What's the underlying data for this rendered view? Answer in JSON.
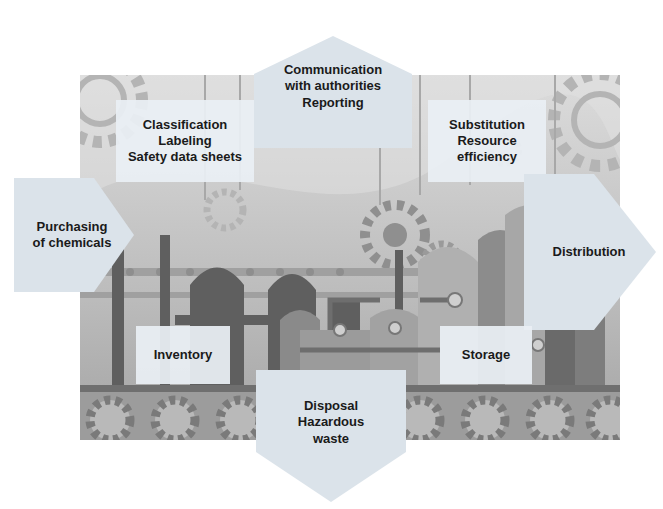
{
  "diagram": {
    "nodes": [
      {
        "text": [
          "Communication with authorities",
          "Reporting"
        ]
      },
      {
        "text": [
          "Classification",
          "Labeling",
          "Safety data sheets"
        ]
      },
      {
        "text": [
          "Substitution",
          "Resource efficiency"
        ]
      },
      {
        "text": [
          "Purchasing of chemicals"
        ]
      },
      {
        "text": [
          "Distribution"
        ]
      },
      {
        "text": [
          "Inventory"
        ]
      },
      {
        "text": [
          "Storage"
        ]
      },
      {
        "text": [
          "Disposal",
          "Hazardous waste"
        ]
      }
    ]
  }
}
